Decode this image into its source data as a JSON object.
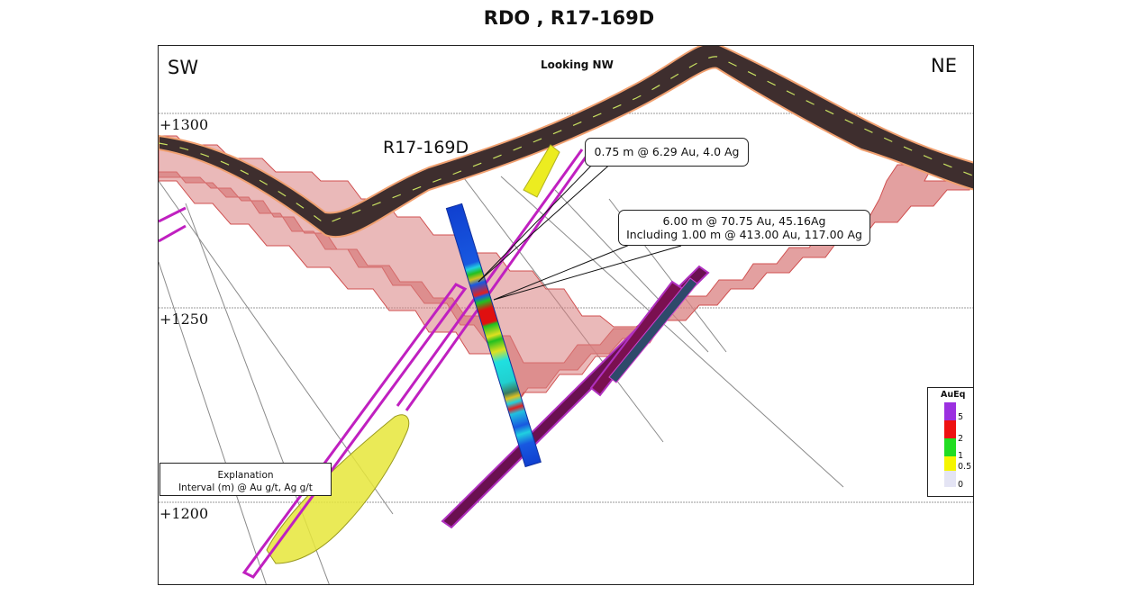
{
  "title": "RDO  , R17-169D",
  "section": {
    "left_direction": "SW",
    "right_direction": "NE",
    "view_label": "Looking NW",
    "hole_label": "R17-169D",
    "elevations": [
      {
        "label": "+1300",
        "value": 1300
      },
      {
        "label": "+1250",
        "value": 1250
      },
      {
        "label": "+1200",
        "value": 1200
      }
    ]
  },
  "callouts": {
    "first": {
      "line1": "0.75 m @ 6.29 Au, 4.0 Ag"
    },
    "second": {
      "line1": "6.00 m @ 70.75 Au, 45.16Ag",
      "line2": "Including 1.00 m @ 413.00 Au, 117.00  Ag"
    }
  },
  "explanation": {
    "line1": "Explanation",
    "line2": "Interval (m) @  Au g/t, Ag g/t"
  },
  "legend": {
    "title": "AuEq",
    "items": [
      {
        "label": "5",
        "color": "#9b30e0"
      },
      {
        "label": "2",
        "color": "#ee1111"
      },
      {
        "label": "1",
        "color": "#22dd22"
      },
      {
        "label": "0.5",
        "color": "#f5f500"
      },
      {
        "label": "0",
        "color": "#e4e4f4"
      }
    ]
  },
  "colors": {
    "topography": "#3e2e2e",
    "topography_edge": "#f0a070",
    "oxide_zone": "#d98080",
    "vein": "#b020c0",
    "structure": "#6a1050",
    "yellow_body": "#e6e63a"
  }
}
